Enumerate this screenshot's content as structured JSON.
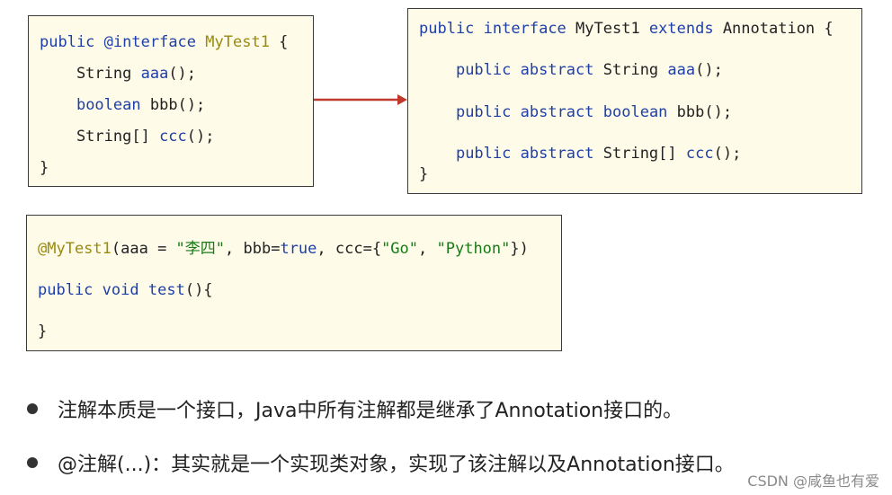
{
  "box1": {
    "lines": [
      [
        {
          "t": "public",
          "c": "kw"
        },
        {
          "t": " ",
          "c": "pl"
        },
        {
          "t": "@interface",
          "c": "kw"
        },
        {
          "t": " ",
          "c": "pl"
        },
        {
          "t": "MyTest1",
          "c": "ann"
        },
        {
          "t": " {",
          "c": "pl"
        }
      ],
      [
        {
          "t": "    String ",
          "c": "ty"
        },
        {
          "t": "aaa",
          "c": "fn"
        },
        {
          "t": "();",
          "c": "pl"
        }
      ],
      [
        {
          "t": "    ",
          "c": "pl"
        },
        {
          "t": "boolean",
          "c": "kw"
        },
        {
          "t": " ",
          "c": "pl"
        },
        {
          "t": "bbb",
          "c": "id"
        },
        {
          "t": "();",
          "c": "pl"
        }
      ],
      [
        {
          "t": "    String[] ",
          "c": "ty"
        },
        {
          "t": "ccc",
          "c": "fn"
        },
        {
          "t": "();",
          "c": "pl"
        }
      ],
      [
        {
          "t": "}",
          "c": "pl"
        }
      ]
    ]
  },
  "box2": {
    "lines": [
      [
        {
          "t": "public",
          "c": "kw"
        },
        {
          "t": " ",
          "c": "pl"
        },
        {
          "t": "interface",
          "c": "kw"
        },
        {
          "t": " MyTest1 ",
          "c": "pl"
        },
        {
          "t": "extends",
          "c": "kw"
        },
        {
          "t": " Annotation {",
          "c": "pl"
        }
      ],
      [
        {
          "t": "    ",
          "c": "pl"
        },
        {
          "t": "public",
          "c": "kw"
        },
        {
          "t": " ",
          "c": "pl"
        },
        {
          "t": "abstract",
          "c": "kw"
        },
        {
          "t": " String ",
          "c": "ty"
        },
        {
          "t": "aaa",
          "c": "fn"
        },
        {
          "t": "();",
          "c": "pl"
        }
      ],
      [
        {
          "t": "    ",
          "c": "pl"
        },
        {
          "t": "public",
          "c": "kw"
        },
        {
          "t": " ",
          "c": "pl"
        },
        {
          "t": "abstract",
          "c": "kw"
        },
        {
          "t": " ",
          "c": "pl"
        },
        {
          "t": "boolean",
          "c": "kw"
        },
        {
          "t": " ",
          "c": "pl"
        },
        {
          "t": "bbb",
          "c": "id"
        },
        {
          "t": "();",
          "c": "pl"
        }
      ],
      [
        {
          "t": "    ",
          "c": "pl"
        },
        {
          "t": "public",
          "c": "kw"
        },
        {
          "t": " ",
          "c": "pl"
        },
        {
          "t": "abstract",
          "c": "kw"
        },
        {
          "t": " String[] ",
          "c": "ty"
        },
        {
          "t": "ccc",
          "c": "fn"
        },
        {
          "t": "();",
          "c": "pl"
        }
      ],
      [
        {
          "t": "}",
          "c": "pl"
        }
      ]
    ]
  },
  "box3": {
    "lines": [
      [
        {
          "t": "@MyTest1",
          "c": "ann"
        },
        {
          "t": "(aaa = ",
          "c": "pl"
        },
        {
          "t": "\"李四\"",
          "c": "str"
        },
        {
          "t": ", bbb=",
          "c": "pl"
        },
        {
          "t": "true",
          "c": "kw"
        },
        {
          "t": ", ccc={",
          "c": "pl"
        },
        {
          "t": "\"Go\"",
          "c": "str"
        },
        {
          "t": ", ",
          "c": "pl"
        },
        {
          "t": "\"Python\"",
          "c": "str"
        },
        {
          "t": "})",
          "c": "pl"
        }
      ],
      [
        {
          "t": "public",
          "c": "kw"
        },
        {
          "t": " ",
          "c": "pl"
        },
        {
          "t": "void",
          "c": "kw"
        },
        {
          "t": " ",
          "c": "pl"
        },
        {
          "t": "test",
          "c": "fn"
        },
        {
          "t": "(){",
          "c": "pl"
        }
      ],
      [
        {
          "t": "}",
          "c": "pl"
        }
      ]
    ]
  },
  "bullets": [
    "注解本质是一个接口，Java中所有注解都是继承了Annotation接口的。",
    "@注解(...)：其实就是一个实现类对象，实现了该注解以及Annotation接口。"
  ],
  "watermark": "CSDN @咸鱼也有爱",
  "colors": {
    "box_background": "#fefbe8",
    "keyword": "#1f3fa8",
    "annotation_name": "#9a8a10",
    "string": "#1a7a1a",
    "arrow": "#c0392b"
  }
}
